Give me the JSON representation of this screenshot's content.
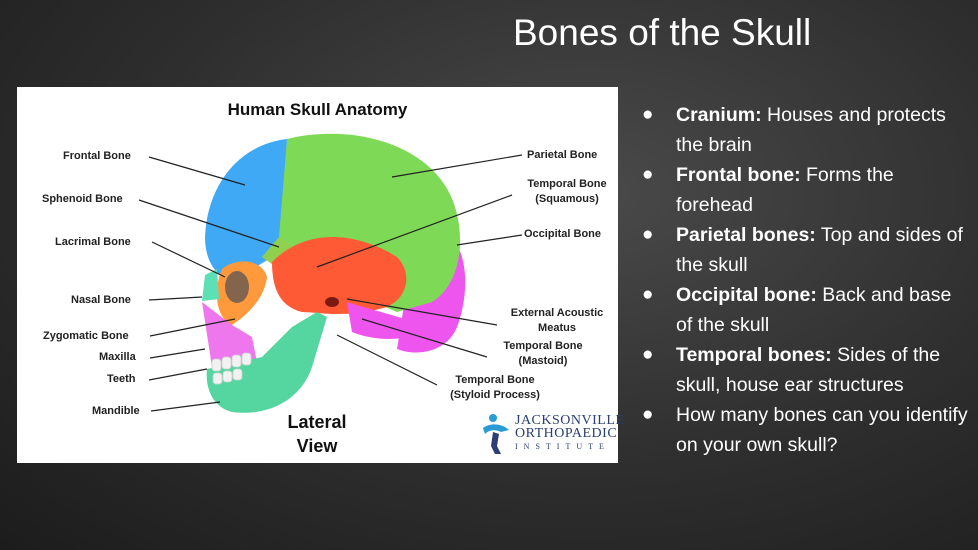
{
  "slide": {
    "title": "Bones of the Skull"
  },
  "figure": {
    "title": "Human Skull Anatomy",
    "view_label_1": "Lateral",
    "view_label_2": "View",
    "logo": {
      "line1": "JACKSONVILLE",
      "line2": "ORTHOPAEDIC",
      "line3": "INSTITUTE"
    },
    "labels": {
      "frontal": "Frontal Bone",
      "sphenoid": "Sphenoid Bone",
      "lacrimal": "Lacrimal Bone",
      "nasal": "Nasal Bone",
      "zygomatic": "Zygomatic Bone",
      "maxilla": "Maxilla",
      "teeth": "Teeth",
      "mandible": "Mandible",
      "parietal": "Parietal Bone",
      "temporal_squamous_1": "Temporal Bone",
      "temporal_squamous_2": "(Squamous)",
      "occipital": "Occipital Bone",
      "ext_acoustic_1": "External Acoustic",
      "ext_acoustic_2": "Meatus",
      "temporal_mastoid_1": "Temporal Bone",
      "temporal_mastoid_2": "(Mastoid)",
      "temporal_styloid_1": "Temporal Bone",
      "temporal_styloid_2": "(Styloid Process)"
    },
    "colors": {
      "frontal": "#3fa9f5",
      "parietal": "#7ed957",
      "temporal": "#ff5a36",
      "occipital": "#ee55ee",
      "zygomatic": "#ff9a3c",
      "mandible": "#55d6a0",
      "maxilla": "#ee77ee"
    }
  },
  "bullets": [
    {
      "term": "Cranium:",
      "text": " Houses and protects the brain"
    },
    {
      "term": "Frontal bone:",
      "text": " Forms the forehead"
    },
    {
      "term": "Parietal bones:",
      "text": " Top and sides of the skull"
    },
    {
      "term": "Occipital bone:",
      "text": " Back and base of the skull"
    },
    {
      "term": "Temporal bones:",
      "text": " Sides of the skull, house ear structures"
    },
    {
      "term": "",
      "text": "How many bones can you identify on your own skull?"
    }
  ]
}
